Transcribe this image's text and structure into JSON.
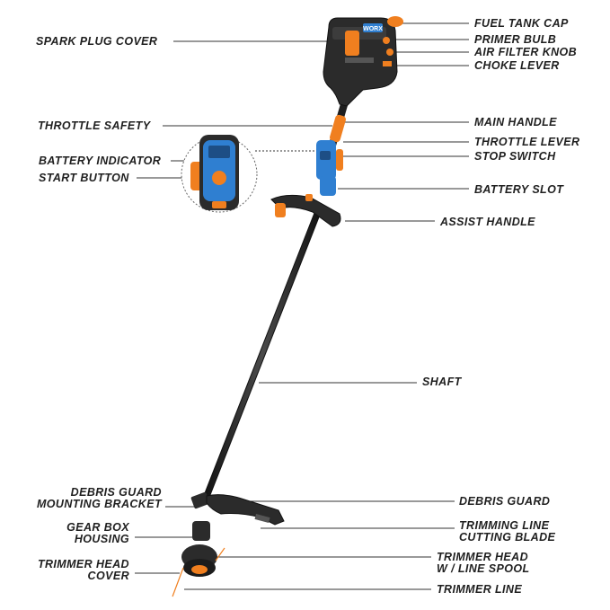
{
  "diagram": {
    "product": "string trimmer",
    "logo_text": "WORX",
    "colors": {
      "body": "#2b2b2b",
      "accent_orange": "#f07f1f",
      "accent_blue": "#2f7fd1",
      "label_text": "#1f1f1f",
      "leader_line": "#333333"
    },
    "labels_left": {
      "spark_plug_cover": "SPARK PLUG COVER",
      "throttle_safety": "THROTTLE SAFETY",
      "battery_indicator": "BATTERY INDICATOR",
      "start_button": "START BUTTON",
      "debris_guard_mounting_bracket_1": "DEBRIS GUARD",
      "debris_guard_mounting_bracket_2": "MOUNTING BRACKET",
      "gear_box_housing_1": "GEAR BOX",
      "gear_box_housing_2": "HOUSING",
      "trimmer_head_cover_1": "TRIMMER HEAD",
      "trimmer_head_cover_2": "COVER"
    },
    "labels_right": {
      "fuel_tank_cap": "FUEL TANK CAP",
      "primer_bulb": "PRIMER BULB",
      "air_filter_knob": "AIR FILTER KNOB",
      "choke_lever": "CHOKE LEVER",
      "main_handle": "MAIN HANDLE",
      "throttle_lever": "THROTTLE LEVER",
      "stop_switch": "STOP SWITCH",
      "battery_slot": "BATTERY SLOT",
      "assist_handle": "ASSIST HANDLE",
      "shaft": "SHAFT",
      "debris_guard": "DEBRIS GUARD",
      "trimming_line_cutting_blade_1": "TRIMMING LINE",
      "trimming_line_cutting_blade_2": "CUTTING BLADE",
      "trimmer_head_spool_1": "TRIMMER HEAD",
      "trimmer_head_spool_2": "W / LINE SPOOL",
      "trimmer_line": "TRIMMER LINE"
    }
  }
}
